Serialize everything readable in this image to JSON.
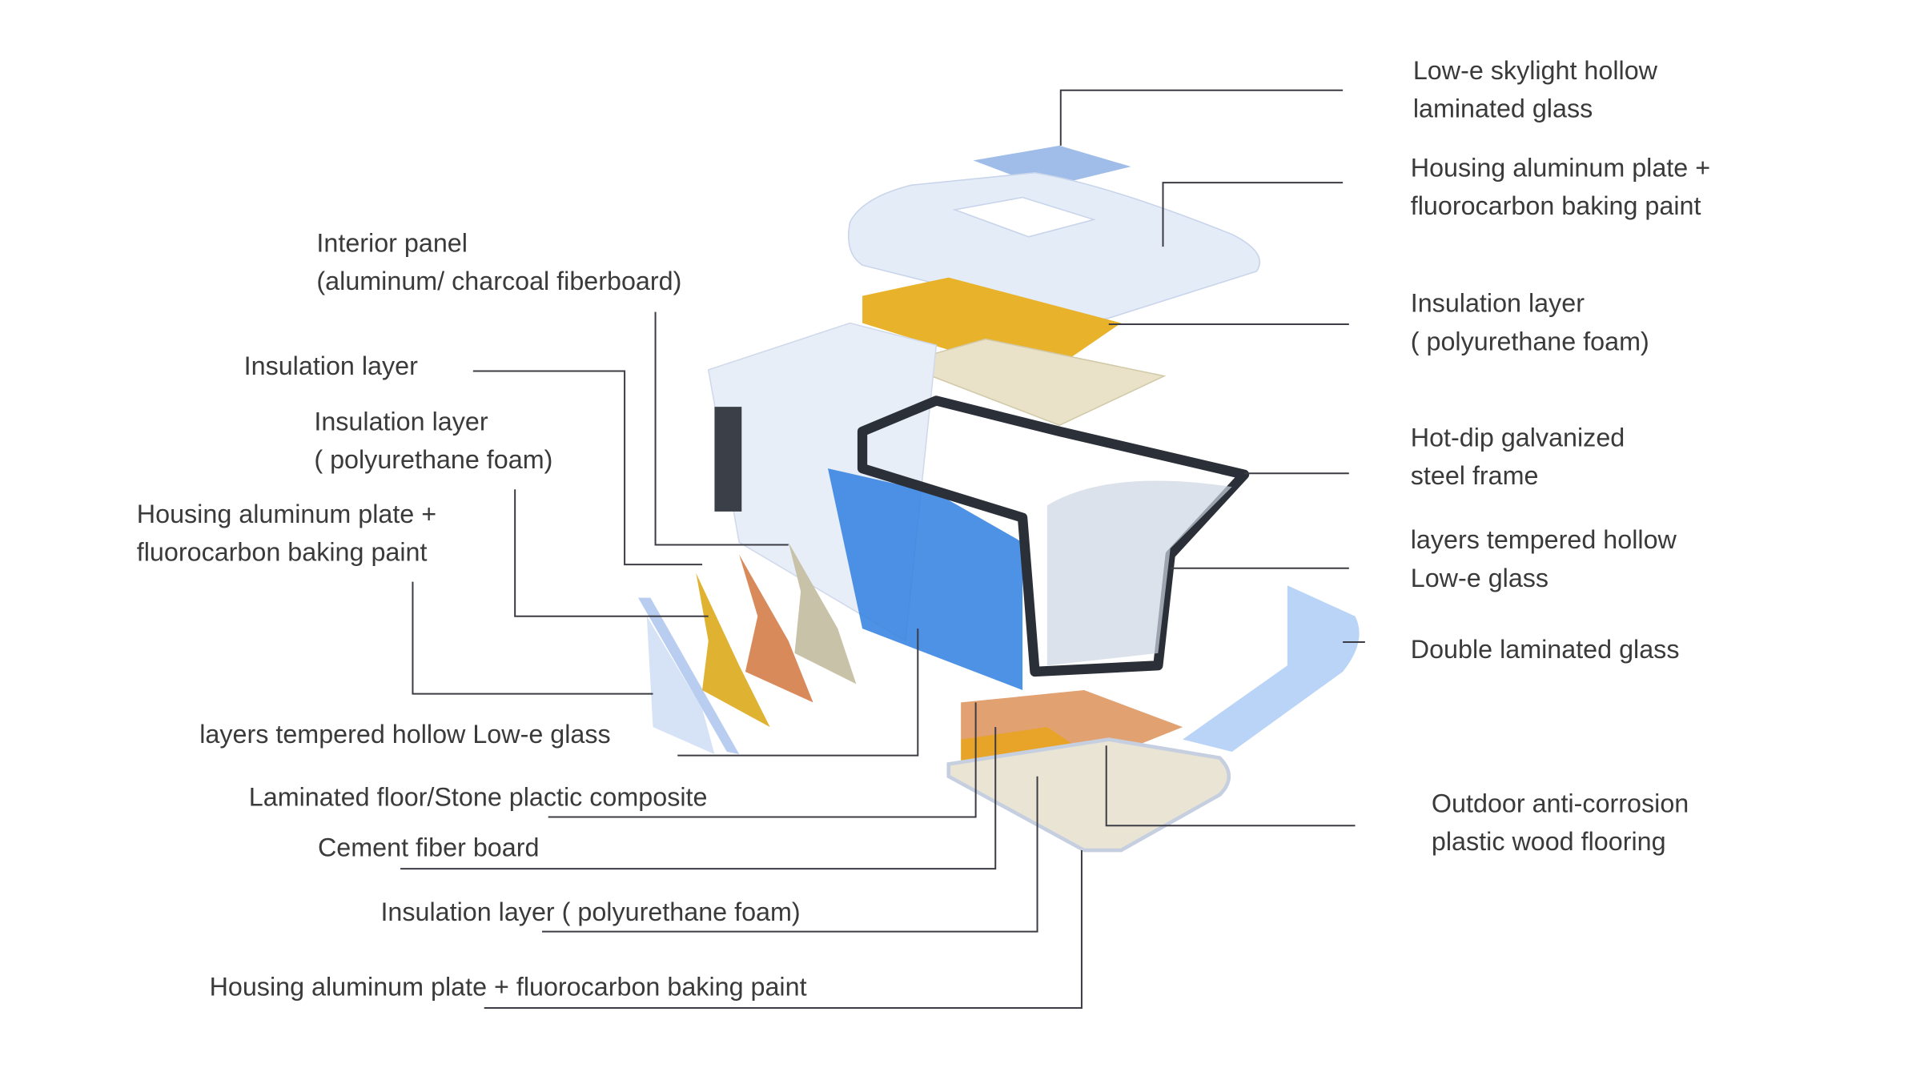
{
  "labels": {
    "skylight": [
      "Low-e skylight hollow",
      "laminated glass"
    ],
    "roof_housing": [
      "Housing aluminum plate +",
      "fluorocarbon baking paint"
    ],
    "roof_insulation": [
      "Insulation layer",
      "( polyurethane foam)"
    ],
    "steel_frame": [
      "Hot-dip galvanized",
      "steel frame"
    ],
    "tempered_glass_right": [
      "layers tempered hollow",
      "Low-e glass"
    ],
    "double_glass": [
      "Double laminated glass"
    ],
    "outdoor_flooring": [
      "Outdoor anti-corrosion",
      "plastic wood flooring"
    ],
    "interior_panel": [
      "Interior panel",
      "(aluminum/ charcoal fiberboard)"
    ],
    "wall_insulation": [
      "Insulation layer"
    ],
    "wall_insulation_pu": [
      "Insulation layer",
      "( polyurethane foam)"
    ],
    "wall_housing": [
      "Housing aluminum plate +",
      "fluorocarbon baking paint"
    ],
    "tempered_glass_left": [
      "layers tempered hollow Low-e glass"
    ],
    "laminated_floor": [
      "Laminated floor/Stone plactic composite"
    ],
    "cement_board": [
      "Cement fiber board"
    ],
    "floor_insulation": [
      "Insulation layer ( polyurethane foam)"
    ],
    "floor_housing": [
      "Housing aluminum plate + fluorocarbon baking paint"
    ]
  },
  "colors": {
    "shell": "#e4ecf8",
    "glass_blue": "#2f7fe0",
    "insulation_yellow": "#e8b22a",
    "insulation_orange": "#d98a4e",
    "frame": "#2b2f38",
    "text": "#3a3a3a"
  }
}
